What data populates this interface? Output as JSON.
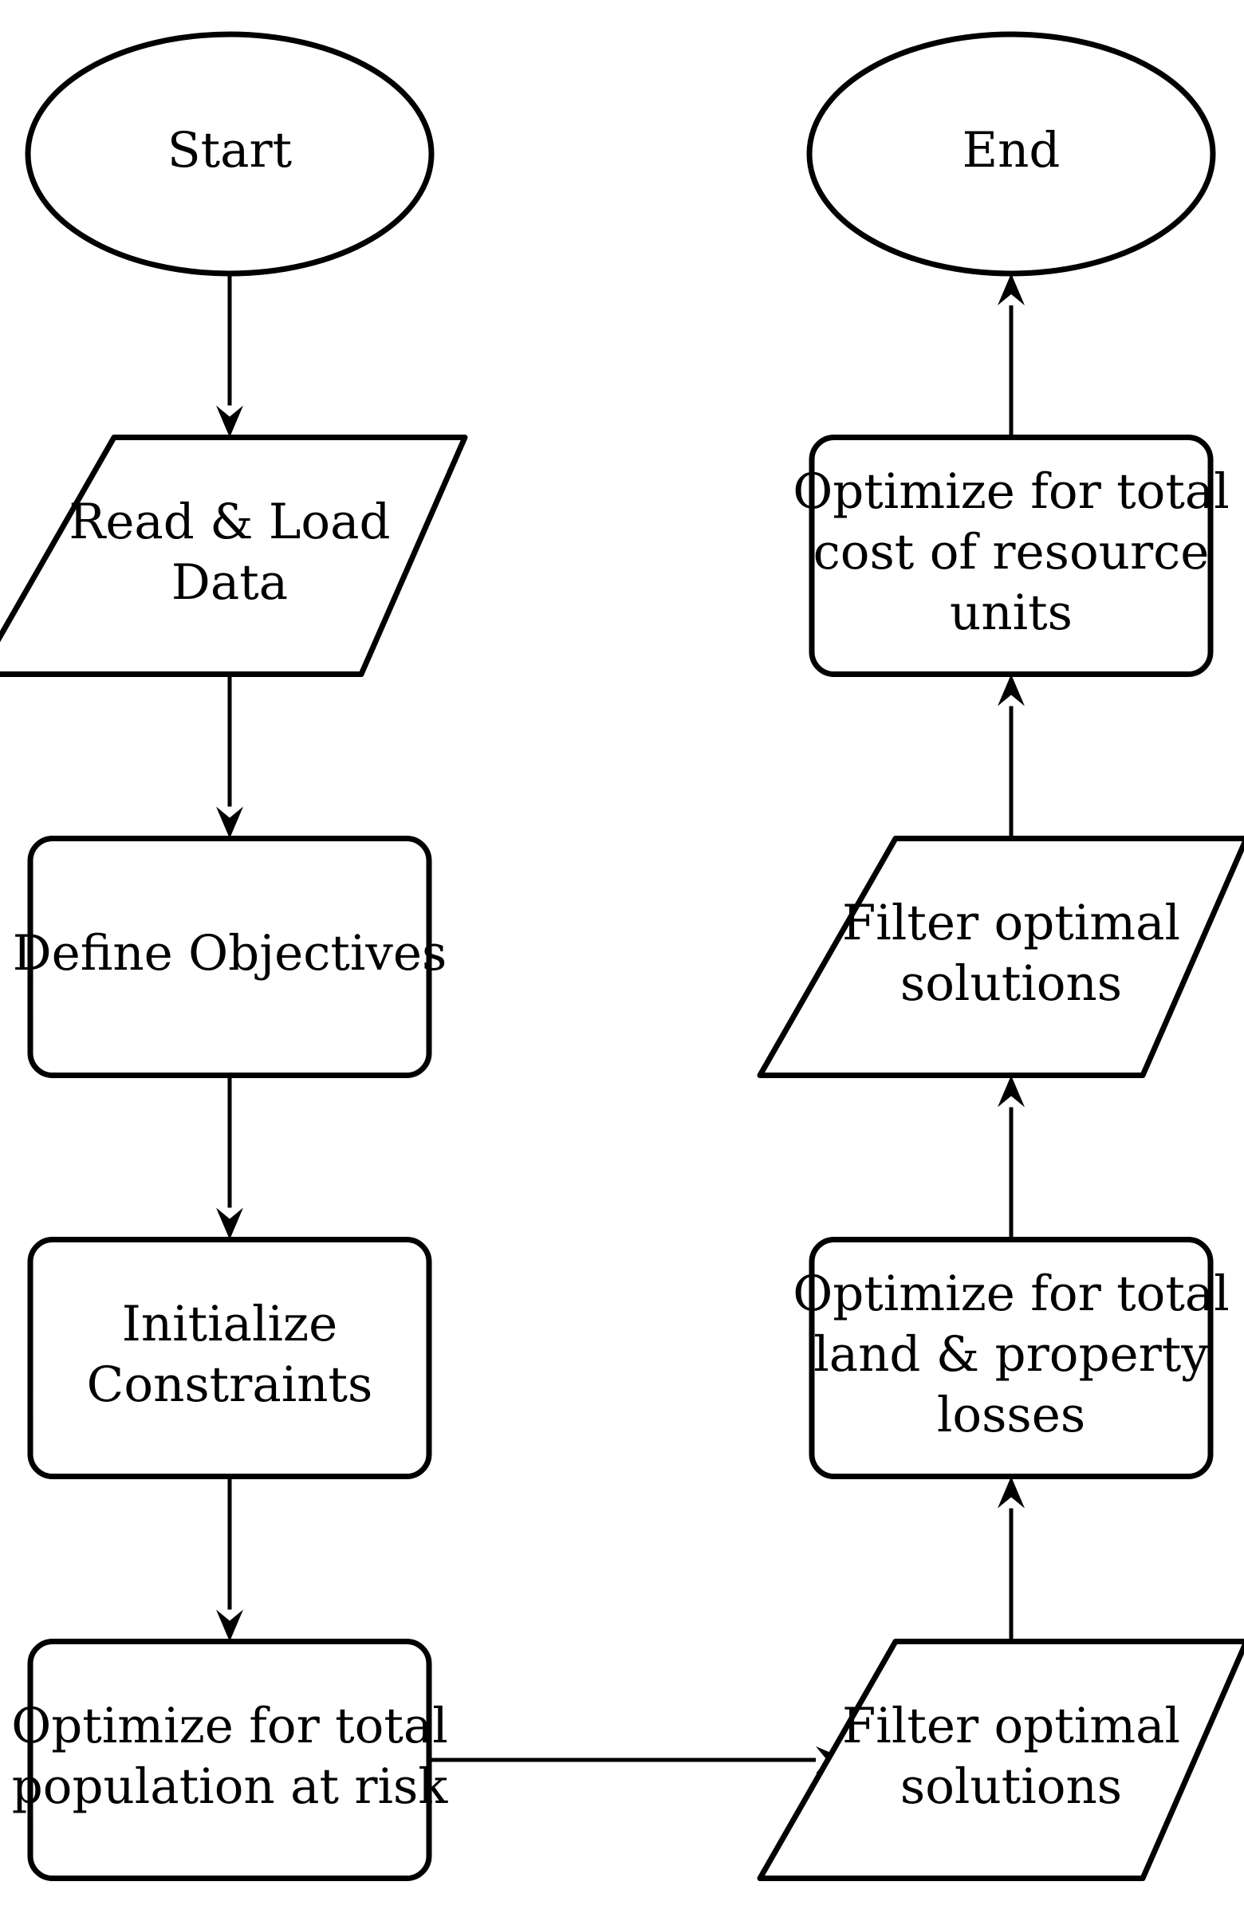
{
  "diagram": {
    "nodes": {
      "start": {
        "lines": [
          "Start"
        ]
      },
      "read_load": {
        "lines": [
          "Read & Load",
          "Data"
        ]
      },
      "define_objectives": {
        "lines": [
          "Define Objectives"
        ]
      },
      "init_constraints": {
        "lines": [
          "Initialize",
          "Constraints"
        ]
      },
      "opt_population": {
        "lines": [
          "Optimize for total",
          "population at risk"
        ]
      },
      "filter_1": {
        "lines": [
          "Filter optimal",
          "solutions"
        ]
      },
      "opt_land": {
        "lines": [
          "Optimize for total",
          "land & property",
          "losses"
        ]
      },
      "filter_2": {
        "lines": [
          "Filter optimal",
          "solutions"
        ]
      },
      "opt_cost": {
        "lines": [
          "Optimize for total",
          "cost of resource",
          "units"
        ]
      },
      "end": {
        "lines": [
          "End"
        ]
      }
    },
    "edges": [
      {
        "from": "start",
        "to": "read_load"
      },
      {
        "from": "read_load",
        "to": "define_objectives"
      },
      {
        "from": "define_objectives",
        "to": "init_constraints"
      },
      {
        "from": "init_constraints",
        "to": "opt_population"
      },
      {
        "from": "opt_population",
        "to": "filter_1"
      },
      {
        "from": "filter_1",
        "to": "opt_land"
      },
      {
        "from": "opt_land",
        "to": "filter_2"
      },
      {
        "from": "filter_2",
        "to": "opt_cost"
      },
      {
        "from": "opt_cost",
        "to": "end"
      }
    ]
  }
}
